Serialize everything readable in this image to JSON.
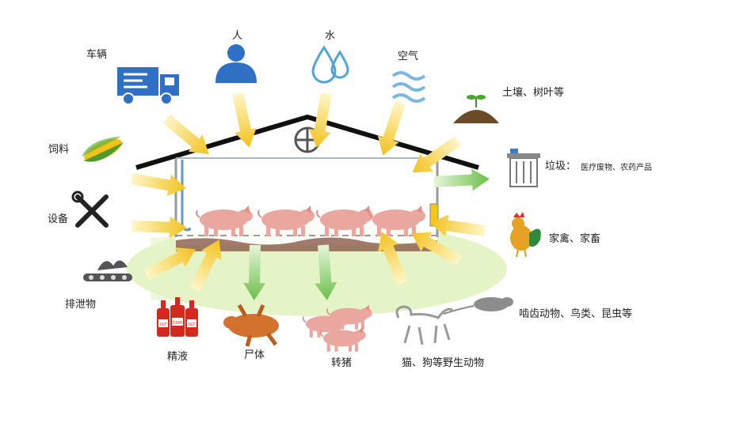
{
  "diagram": {
    "sources": {
      "vehicle": "车辆",
      "person": "人",
      "water": "水",
      "air": "空气",
      "soil": "土壤、树叶等",
      "feed": "饲料",
      "equipment": "设备",
      "excrement": "排泄物",
      "semen": "精液",
      "carcass": "尸体",
      "transfer_pigs": "转猪",
      "wild_animals": "猫、狗等野生动物",
      "rodents": "啮齿动物、鸟类、昆虫等",
      "poultry": "家禽、家畜",
      "garbage_title": "垃圾：",
      "garbage_detail": "医疗废物、农药产品"
    },
    "semen_bottle_text": [
      "ULT",
      "3305",
      "ULT"
    ],
    "colors": {
      "inbound_arrow": "#f2c21e",
      "outbound_arrow": "#6cbf4a",
      "roof": "#111111",
      "pig": "#e9a7a0",
      "icon_blue": "#2f6fc4",
      "ground": "#dff0b8"
    }
  }
}
